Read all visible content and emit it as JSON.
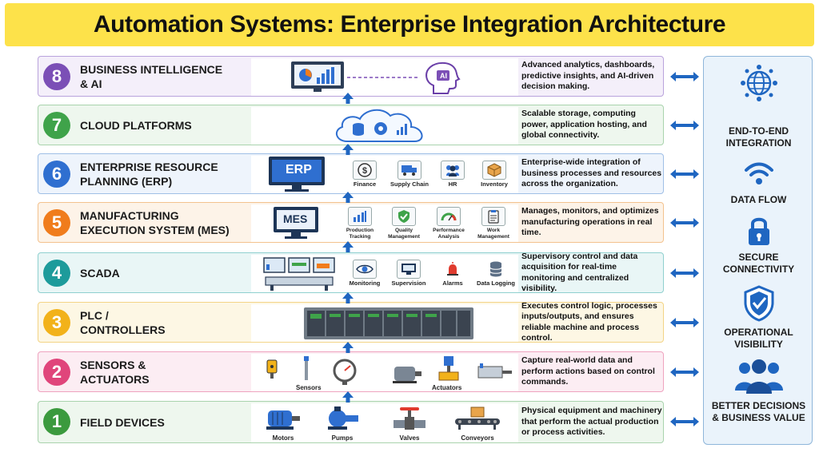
{
  "title": "Automation Systems: Enterprise Integration Architecture",
  "colors": {
    "title_bg": "#fde24a",
    "layer8": "#7b4fb6",
    "layer7": "#3fa34a",
    "layer6": "#2f6fd0",
    "layer5": "#f07c1c",
    "layer4": "#1d9b9b",
    "layer3": "#f2b21a",
    "layer2": "#e0457b",
    "layer1": "#3b9a3e",
    "arrow": "#1f66c1"
  },
  "layers": [
    {
      "number": "8",
      "name": "BUSINESS INTELLIGENCE\n& AI",
      "description": "Advanced analytics, dashboards, predictive insights, and AI-driven decision making.",
      "visual_label": "AI"
    },
    {
      "number": "7",
      "name": "CLOUD PLATFORMS",
      "description": "Scalable storage, computing power, application hosting, and global connectivity."
    },
    {
      "number": "6",
      "name": "ENTERPRISE RESOURCE\nPLANNING (ERP)",
      "description": "Enterprise-wide integration of business processes and resources across the organization.",
      "visual_label": "ERP",
      "items": [
        "Finance",
        "Supply Chain",
        "HR",
        "Inventory"
      ]
    },
    {
      "number": "5",
      "name": "MANUFACTURING\nEXECUTION SYSTEM (MES)",
      "description": "Manages, monitors, and optimizes manufacturing operations in real time.",
      "visual_label": "MES",
      "items": [
        "Production\nTracking",
        "Quality\nManagement",
        "Performance\nAnalysis",
        "Work\nManagement"
      ]
    },
    {
      "number": "4",
      "name": "SCADA",
      "description": "Supervisory control and data acquisition for real-time monitoring and centralized visibility.",
      "items": [
        "Monitoring",
        "Supervision",
        "Alarms",
        "Data Logging"
      ]
    },
    {
      "number": "3",
      "name": "PLC /\nCONTROLLERS",
      "description": "Executes control logic, processes inputs/outputs, and ensures reliable machine and process control."
    },
    {
      "number": "2",
      "name": "SENSORS &\nACTUATORS",
      "description": "Capture real-world data and perform actions based on control commands.",
      "items": [
        "Sensors",
        "Actuators"
      ]
    },
    {
      "number": "1",
      "name": "FIELD DEVICES",
      "description": "Physical equipment and machinery that perform the actual production or process activities.",
      "items": [
        "Motors",
        "Pumps",
        "Valves",
        "Conveyors"
      ]
    }
  ],
  "right_panel": [
    {
      "label": "END-TO-END\nINTEGRATION",
      "icon": "globe-network-icon"
    },
    {
      "label": "DATA FLOW",
      "icon": "wifi-icon"
    },
    {
      "label": "SECURE\nCONNECTIVITY",
      "icon": "lock-icon"
    },
    {
      "label": "OPERATIONAL\nVISIBILITY",
      "icon": "shield-check-icon"
    },
    {
      "label": "BETTER DECISIONS\n& BUSINESS VALUE",
      "icon": "people-icon"
    }
  ]
}
